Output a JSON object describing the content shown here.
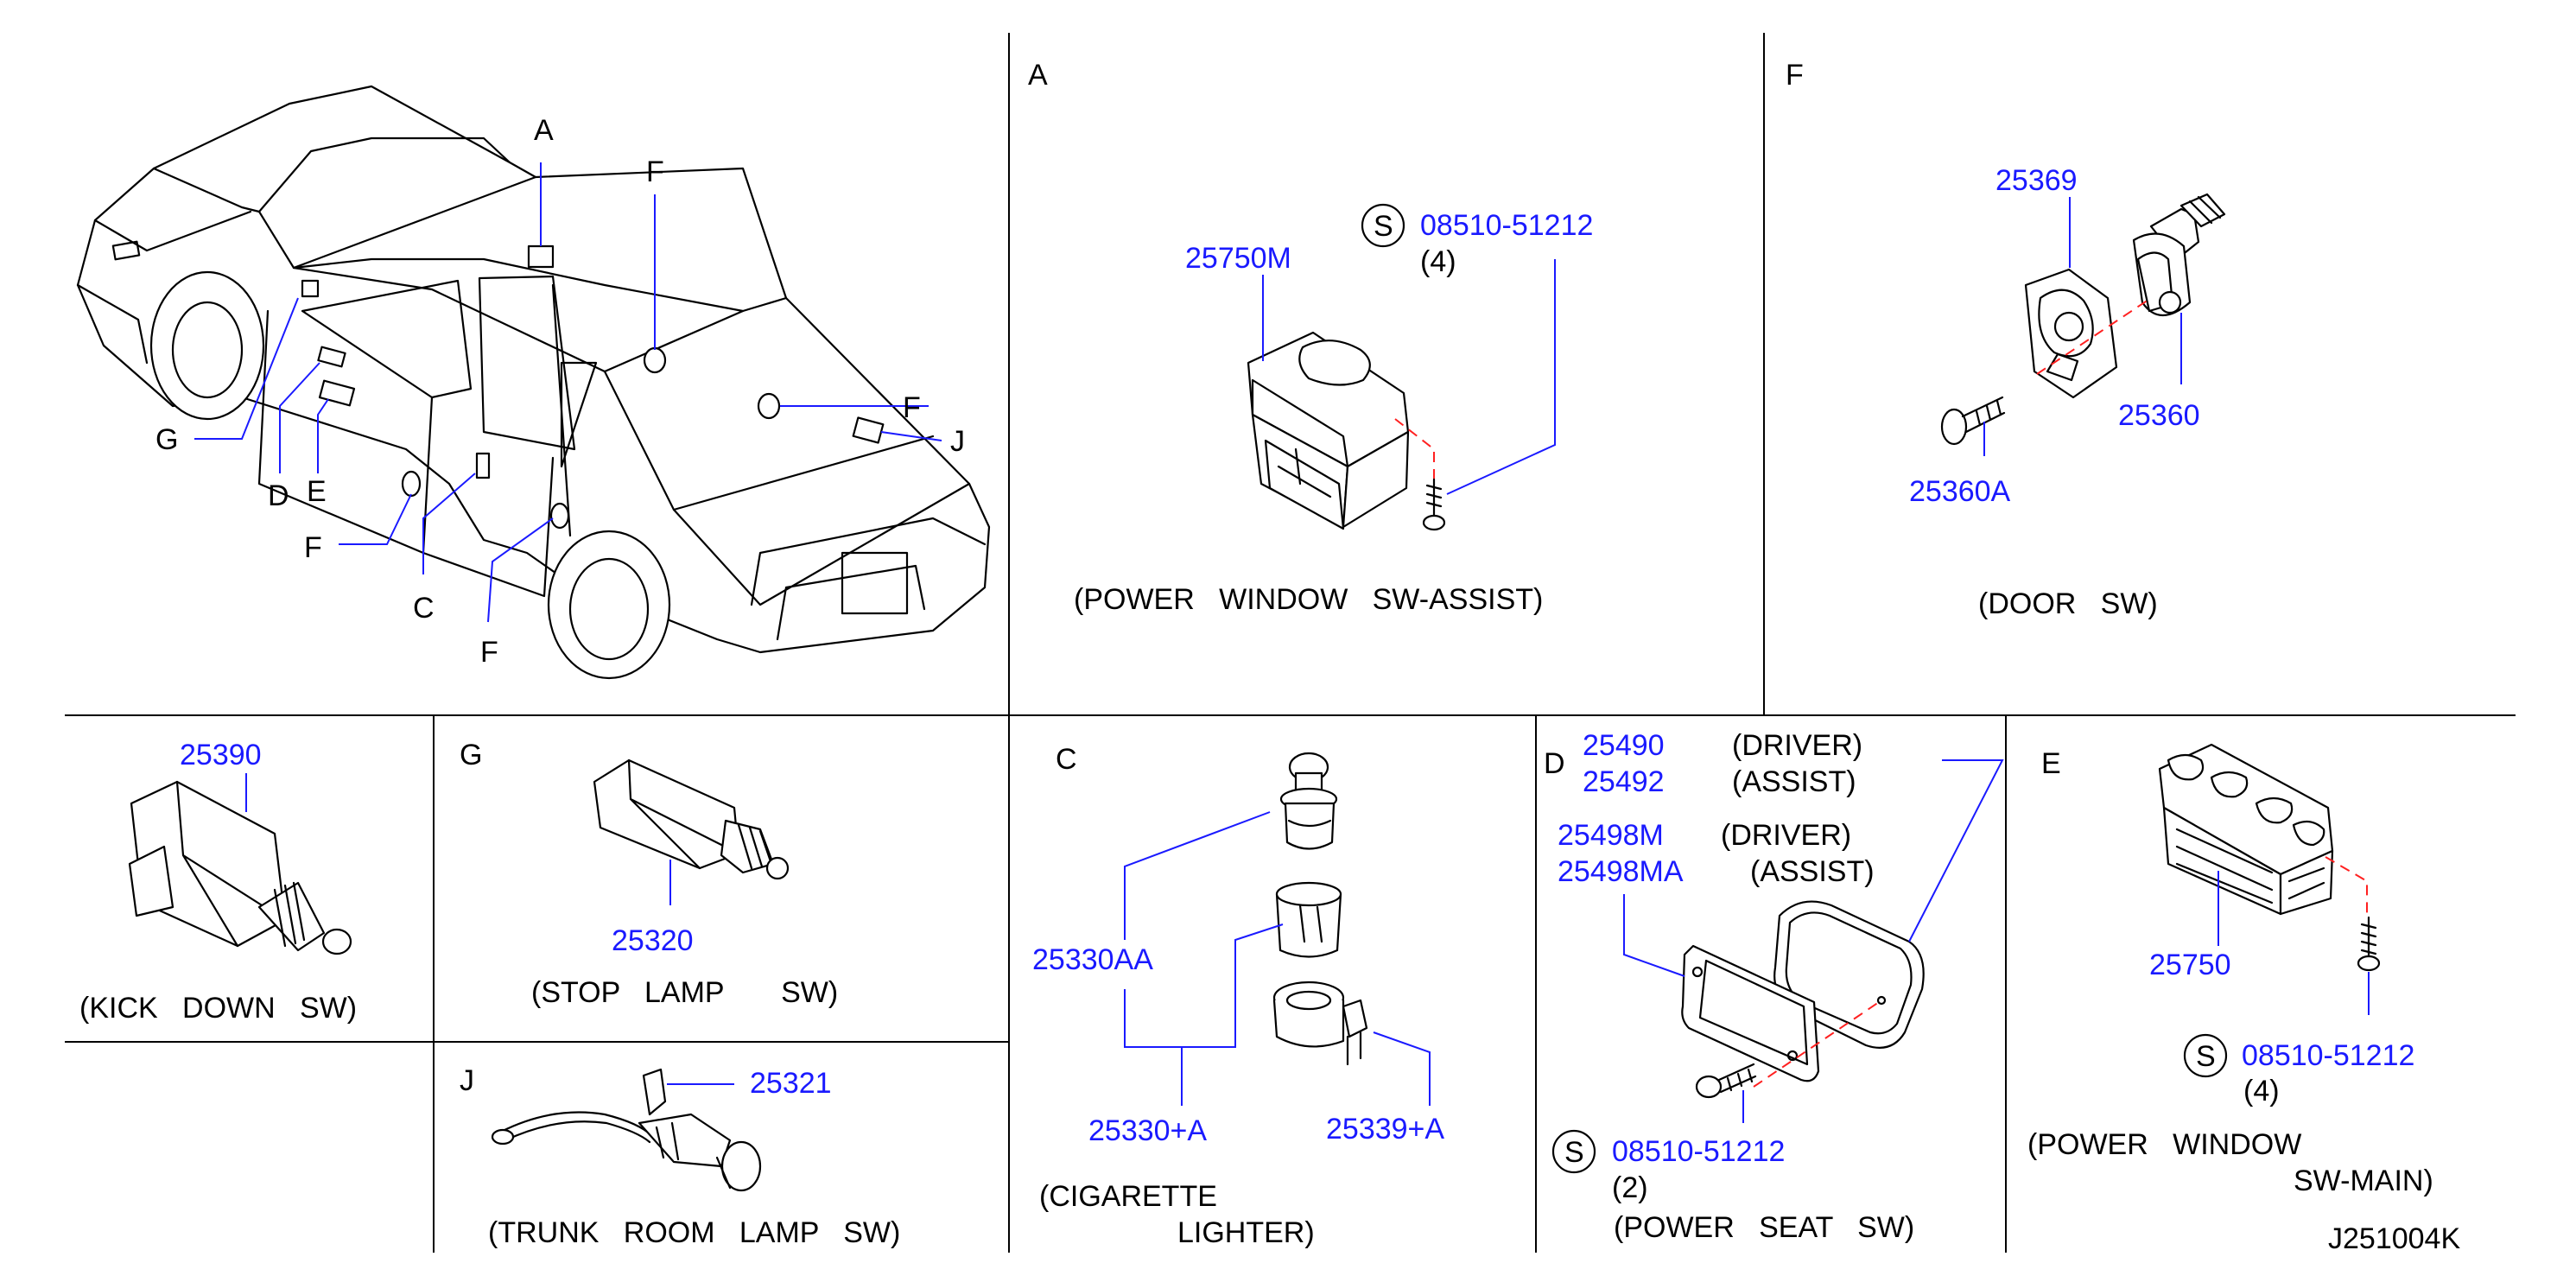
{
  "sections": {
    "A": {
      "letter": "A",
      "part_main": "25750M",
      "screw_part": "08510-51212",
      "screw_qty": "(4)",
      "screw_symbol": "S",
      "caption": "(POWER   WINDOW   SW-ASSIST)"
    },
    "F": {
      "letter": "F",
      "part_switch": "25369",
      "part_body": "25360",
      "part_bolt": "25360A",
      "caption": "(DOOR   SW)"
    },
    "kick": {
      "part": "25390",
      "caption": "(KICK   DOWN   SW)"
    },
    "G": {
      "letter": "G",
      "part": "25320",
      "caption": "(STOP   LAMP       SW)"
    },
    "J": {
      "letter": "J",
      "part": "25321",
      "caption": "(TRUNK   ROOM   LAMP   SW)"
    },
    "C": {
      "letter": "C",
      "part_left": "25330AA",
      "part_bottom": "25330+A",
      "part_right": "25339+A",
      "caption_line1": "(CIGARETTE",
      "caption_line2": "LIGHTER)"
    },
    "D": {
      "letter": "D",
      "p1": "25490",
      "p1_note": "(DRIVER)",
      "p2": "25492",
      "p2_note": "(ASSIST)",
      "p3": "25498M",
      "p3_note": "(DRIVER)",
      "p4": "25498MA",
      "p4_note": "(ASSIST)",
      "screw_symbol": "S",
      "screw_part": "08510-51212",
      "screw_qty": "(2)",
      "caption": "(POWER   SEAT   SW)"
    },
    "E": {
      "letter": "E",
      "part": "25750",
      "screw_symbol": "S",
      "screw_part": "08510-51212",
      "screw_qty": "(4)",
      "caption_line1": "(POWER   WINDOW",
      "caption_line2": "SW-MAIN)"
    }
  },
  "overview": {
    "callouts": {
      "A": "A",
      "F1": "F",
      "F2": "F",
      "F3": "F",
      "F4": "F",
      "G": "G",
      "D": "D",
      "E": "E",
      "C": "C",
      "J": "J"
    }
  },
  "drawing_code": "J251004K",
  "colors": {
    "part_number": "#1a1aff",
    "leader": "#1a1aff",
    "dash": "#ff2020",
    "ink": "#000000"
  }
}
